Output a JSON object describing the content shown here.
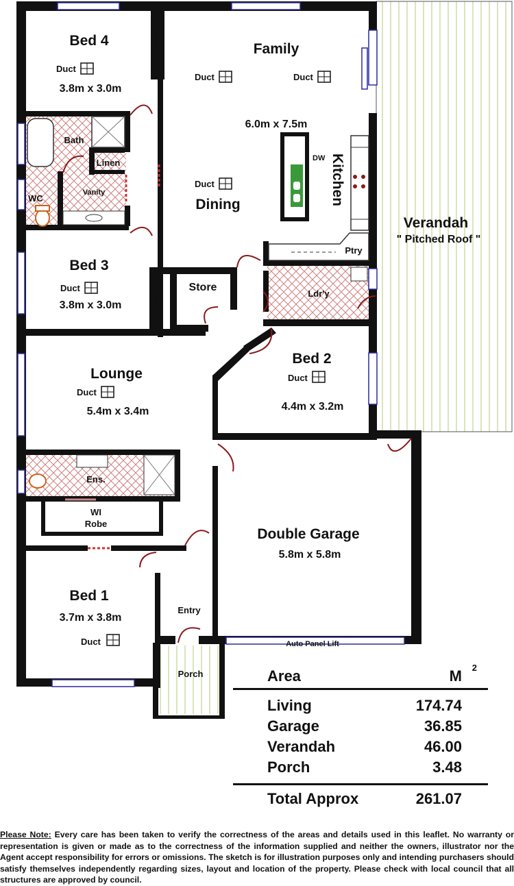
{
  "rooms": {
    "bed4": {
      "name": "Bed 4",
      "size": "3.8m x 3.0m"
    },
    "family": {
      "name": "Family",
      "size": "6.0m x 7.5m"
    },
    "dining": {
      "name": "Dining"
    },
    "kitchen": {
      "name": "Kitchen"
    },
    "bath": {
      "name": "Bath"
    },
    "linen": {
      "name": "Linen"
    },
    "vanity": {
      "name": "Vanity"
    },
    "wc": {
      "name": "WC"
    },
    "bed3": {
      "name": "Bed 3",
      "size": "3.8m x 3.0m"
    },
    "store": {
      "name": "Store"
    },
    "laundry": {
      "name": "Ldr'y"
    },
    "pantry": {
      "name": "Ptry"
    },
    "bed2": {
      "name": "Bed 2",
      "size": "4.4m x 3.2m"
    },
    "lounge": {
      "name": "Lounge",
      "size": "5.4m x 3.4m"
    },
    "ensuite": {
      "name": "Ens."
    },
    "wi_robe": {
      "name_line1": "WI",
      "name_line2": "Robe"
    },
    "double_garage": {
      "name": "Double Garage",
      "size": "5.8m x 5.8m"
    },
    "bed1": {
      "name": "Bed 1",
      "size": "3.7m x 3.8m"
    },
    "entry": {
      "name": "Entry"
    },
    "porch": {
      "name": "Porch"
    },
    "verandah": {
      "name": "Verandah",
      "note": "\" Pitched Roof \""
    }
  },
  "labels": {
    "robe": "Robe",
    "duct": "Duct",
    "dw": "DW",
    "auto_panel_lift": "Auto Panel Lift"
  },
  "area_table": {
    "header_label": "Area",
    "header_unit": "M",
    "header_unit_sup": "2",
    "rows": [
      {
        "label": "Living",
        "value": "174.74"
      },
      {
        "label": "Garage",
        "value": "36.85"
      },
      {
        "label": "Verandah",
        "value": "46.00"
      },
      {
        "label": "Porch",
        "value": "3.48"
      }
    ],
    "total_label": "Total Approx",
    "total_value": "261.07"
  },
  "note": {
    "heading": "Please Note:",
    "text": " Every care has  been  taken to verify  the correctness of the areas and   details used in  this leaflet. No warranty  or representation  is given or made as to the correctness of the information supplied  and neither the owners, illustrator nor the Agent  accept  responsibility for errors or omissions. The sketch is  for illustration purposes only and intending purchasers should satisfy themselves independently  regarding sizes, layout and location of the property.  Please check with local council that all structures are approved by council."
  },
  "colors": {
    "wall": "#111111",
    "door": "#8b1a1a",
    "window": "#2a2aa0",
    "tile_hatch": "#d08080",
    "verandah_stripe": "#c9d9a0",
    "sink": "#3a9a3a"
  }
}
